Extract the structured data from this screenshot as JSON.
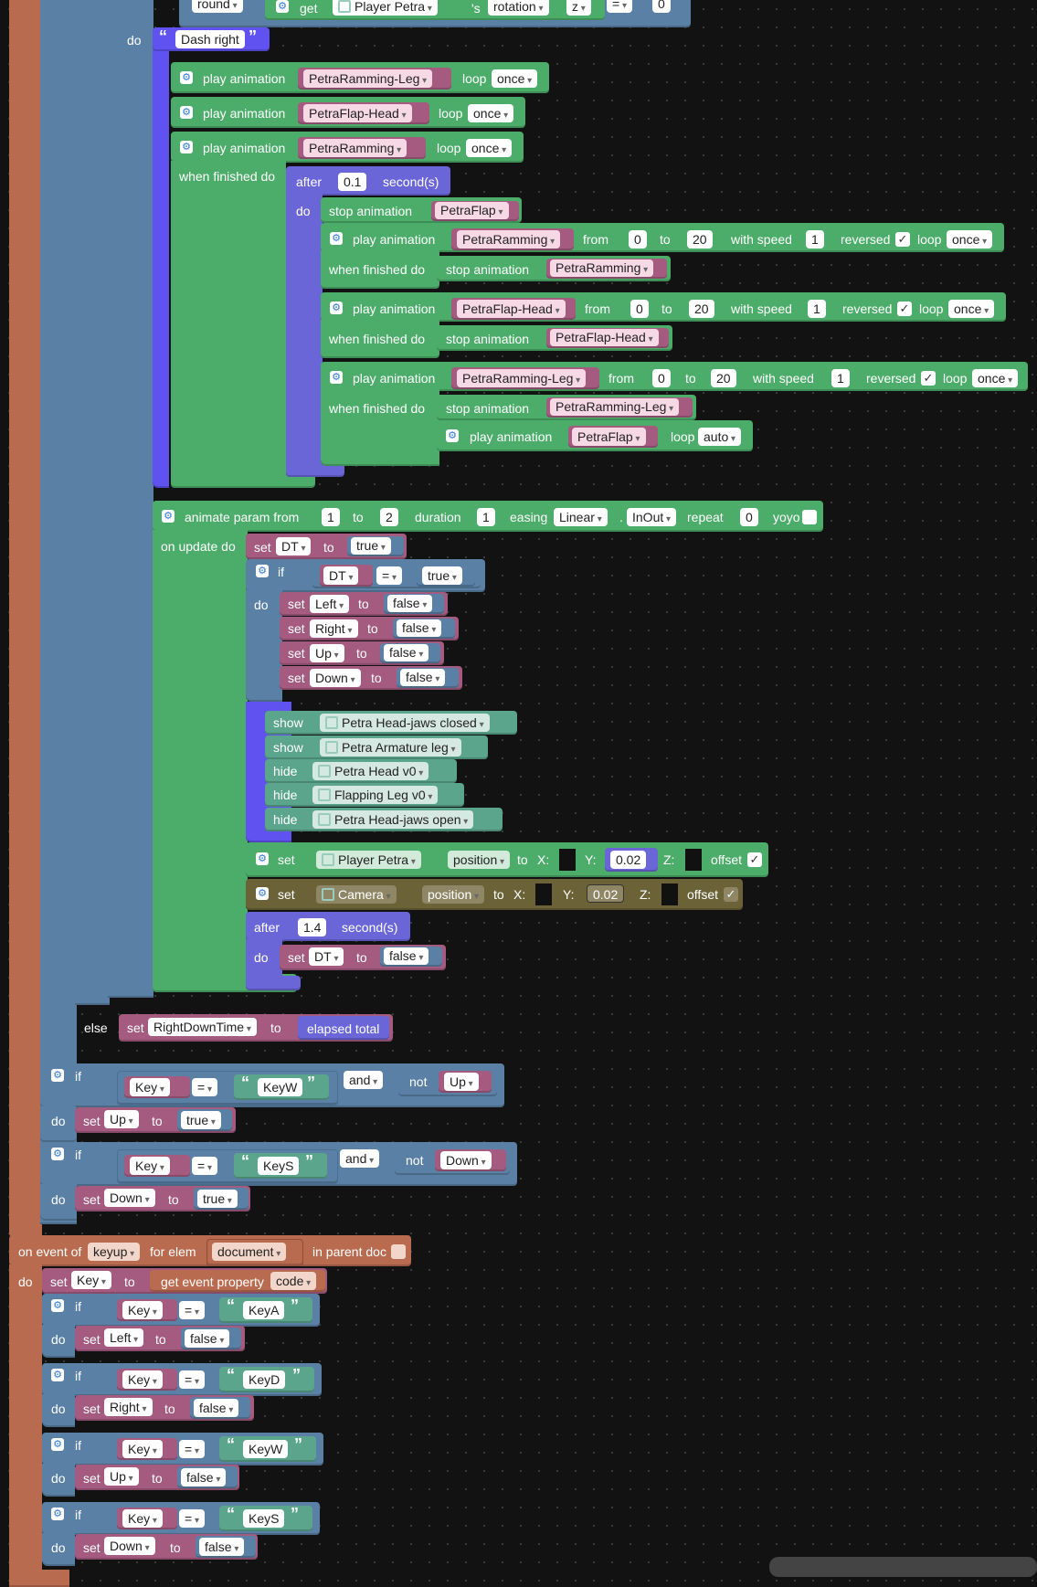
{
  "colors": {
    "event": "#b96b4f",
    "logic": "#5b80a5",
    "variable": "#a55b80",
    "animation": "#4cad6a",
    "timing": "#6a66d8",
    "text": "#5ba58c",
    "camera": "#6b6238"
  },
  "top_partial": {
    "round": "round",
    "get": "get",
    "object": "Player Petra",
    "s": "'s",
    "prop": "rotation",
    "axis": "z",
    "op": "=",
    "val": "0"
  },
  "dash": {
    "do": "do",
    "label": "Dash right",
    "play1": {
      "kw": "play animation",
      "anim": "PetraRamming-Leg",
      "loop": "loop",
      "mode": "once"
    },
    "play2": {
      "kw": "play animation",
      "anim": "PetraFlap-Head",
      "loop": "loop",
      "mode": "once"
    },
    "play3": {
      "kw": "play animation",
      "anim": "PetraRamming",
      "loop": "loop",
      "mode": "once"
    },
    "when_finished": "when finished do",
    "after": "after",
    "after_val": "0.1",
    "seconds": "second(s)",
    "do2": "do",
    "stop1": {
      "kw": "stop animation",
      "anim": "PetraFlap"
    },
    "range1": {
      "kw": "play animation",
      "anim": "PetraRamming",
      "from": "from",
      "from_v": "0",
      "to": "to",
      "to_v": "20",
      "speed": "with speed",
      "speed_v": "1",
      "rev": "reversed",
      "loop": "loop",
      "mode": "once",
      "wf": "when finished do",
      "stop": "stop animation",
      "stop_anim": "PetraRamming"
    },
    "range2": {
      "kw": "play animation",
      "anim": "PetraFlap-Head",
      "from": "from",
      "from_v": "0",
      "to": "to",
      "to_v": "20",
      "speed": "with speed",
      "speed_v": "1",
      "rev": "reversed",
      "loop": "loop",
      "mode": "once",
      "wf": "when finished do",
      "stop": "stop animation",
      "stop_anim": "PetraFlap-Head"
    },
    "range3": {
      "kw": "play animation",
      "anim": "PetraRamming-Leg",
      "from": "from",
      "from_v": "0",
      "to": "to",
      "to_v": "20",
      "speed": "with speed",
      "speed_v": "1",
      "rev": "reversed",
      "loop": "loop",
      "mode": "once",
      "wf": "when finished do",
      "stop": "stop animation",
      "stop_anim": "PetraRamming-Leg",
      "play": "play animation",
      "play_anim": "PetraFlap",
      "play_loop": "loop",
      "play_mode": "auto"
    },
    "check": "✓"
  },
  "animate_param": {
    "kw": "animate param from",
    "from_v": "1",
    "to": "to",
    "to_v": "2",
    "duration": "duration",
    "duration_v": "1",
    "easing": "easing",
    "ease1": "Linear",
    "ease2": "InOut",
    "repeat": "repeat",
    "repeat_v": "0",
    "yoyo": "yoyo",
    "on_update": "on update do",
    "setdt": {
      "set": "set",
      "var": "DT",
      "to": "to",
      "val": "true"
    },
    "if": "if",
    "cond": {
      "var": "DT",
      "op": "=",
      "val": "true"
    },
    "do": "do",
    "sets": [
      {
        "set": "set",
        "var": "Left",
        "to": "to",
        "val": "false"
      },
      {
        "set": "set",
        "var": "Right",
        "to": "to",
        "val": "false"
      },
      {
        "set": "set",
        "var": "Up",
        "to": "to",
        "val": "false"
      },
      {
        "set": "set",
        "var": "Down",
        "to": "to",
        "val": "false"
      }
    ],
    "vis": [
      {
        "kw": "show",
        "obj": "Petra Head-jaws closed"
      },
      {
        "kw": "show",
        "obj": "Petra Armature leg"
      },
      {
        "kw": "hide",
        "obj": "Petra Head v0"
      },
      {
        "kw": "hide",
        "obj": "Flapping Leg v0"
      },
      {
        "kw": "hide",
        "obj": "Petra Head-jaws open"
      }
    ],
    "setpos1": {
      "set": "set",
      "obj": "Player Petra",
      "prop": "position",
      "to": "to",
      "x": "X:",
      "y": "Y:",
      "y_v": "0.02",
      "z": "Z:",
      "offset": "offset"
    },
    "setpos2": {
      "set": "set",
      "obj": "Camera",
      "prop": "position",
      "to": "to",
      "x": "X:",
      "y": "Y:",
      "y_v": "0.02",
      "z": "Z:",
      "offset": "offset"
    },
    "after": "after",
    "after_v": "1.4",
    "seconds": "second(s)",
    "after_set": {
      "set": "set",
      "var": "DT",
      "to": "to",
      "val": "false"
    }
  },
  "else_row": {
    "else": "else",
    "set": "set",
    "var": "RightDownTime",
    "to": "to",
    "val": "elapsed total"
  },
  "ifw": {
    "if": "if",
    "key": "Key",
    "op": "=",
    "str": "KeyW",
    "and": "and",
    "not": "not",
    "var": "Up",
    "do": "do",
    "set": "set",
    "svar": "Up",
    "to": "to",
    "val": "true"
  },
  "ifs": {
    "if": "if",
    "key": "Key",
    "op": "=",
    "str": "KeyS",
    "and": "and",
    "not": "not",
    "var": "Down",
    "do": "do",
    "set": "set",
    "svar": "Down",
    "to": "to",
    "val": "true"
  },
  "keyup": {
    "on": "on event of",
    "event": "keyup",
    "for": "for elem",
    "elem": "document",
    "parent": "in parent doc",
    "do": "do",
    "set": "set",
    "var": "Key",
    "to": "to",
    "get": "get event property",
    "prop": "code",
    "ifs": [
      {
        "if": "if",
        "key": "Key",
        "op": "=",
        "str": "KeyA",
        "do": "do",
        "set": "set",
        "var": "Left",
        "to": "to",
        "val": "false"
      },
      {
        "if": "if",
        "key": "Key",
        "op": "=",
        "str": "KeyD",
        "do": "do",
        "set": "set",
        "var": "Right",
        "to": "to",
        "val": "false"
      },
      {
        "if": "if",
        "key": "Key",
        "op": "=",
        "str": "KeyW",
        "do": "do",
        "set": "set",
        "var": "Up",
        "to": "to",
        "val": "false"
      },
      {
        "if": "if",
        "key": "Key",
        "op": "=",
        "str": "KeyS",
        "do": "do",
        "set": "set",
        "var": "Down",
        "to": "to",
        "val": "false"
      }
    ]
  }
}
